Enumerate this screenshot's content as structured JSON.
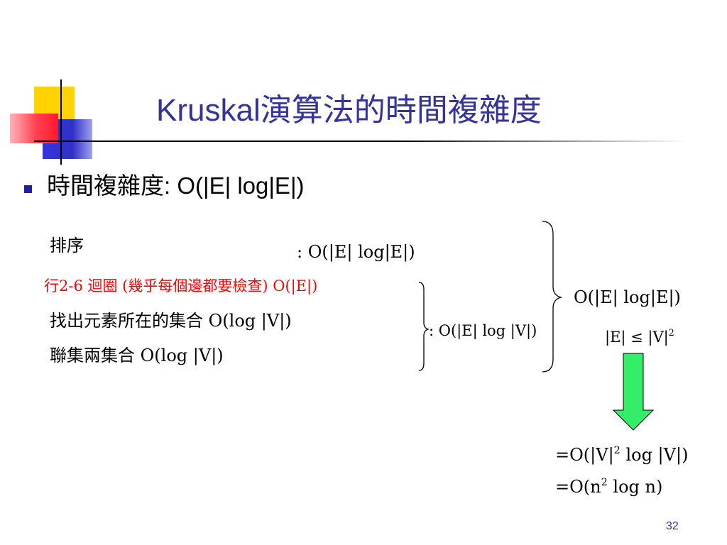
{
  "slide": {
    "title": "Kruskal演算法的時間複雜度",
    "bullet": "時間複雜度: O(|E| log|E|)",
    "page_number": "32"
  },
  "content": {
    "sort_label": "排序",
    "sort_complexity": ": O(|E| log|E|)",
    "loop_note": "行2-6 迴圈 (幾乎每個邊都要檢查)  O(|E|)",
    "find_set": "找出元素所在的集合 O(log |V|)",
    "union_set": "聯集兩集合 O(log |V|)",
    "inner_total": ": O(|E| log |V|)",
    "outer_total": "O(|E| log|E|)",
    "relation_base": "|E| ≤ |V|",
    "relation_exp": "2",
    "result1_base": "=O(|V|",
    "result1_exp": "2",
    "result1_tail": " log |V|)",
    "result2_base": "=O(n",
    "result2_exp": "2",
    "result2_tail": " log n)"
  },
  "colors": {
    "title": "#333399",
    "note": "#ff0000",
    "arrow_fill": "#33ee66",
    "square_yellow": "#ffd200",
    "square_red": "#ff3344",
    "square_blue": "#3434d0"
  },
  "icons": {
    "arrow": "down-arrow-icon",
    "bullet": "square-bullet-icon"
  }
}
